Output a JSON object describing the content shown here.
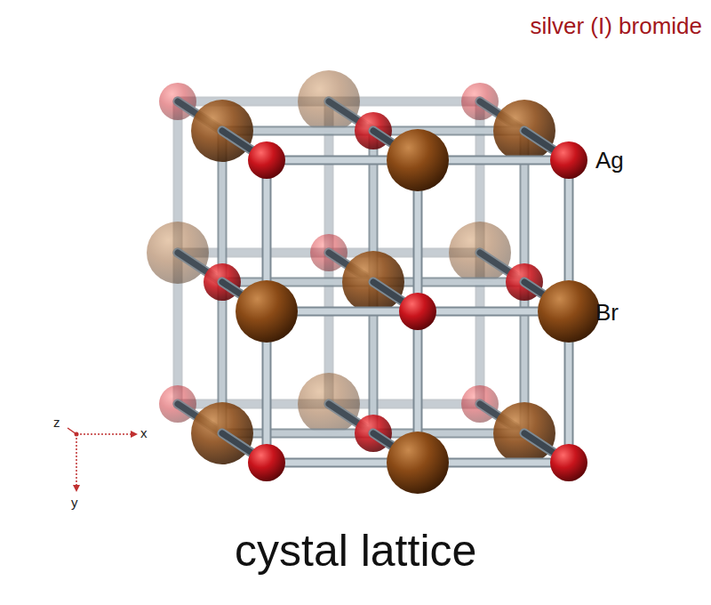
{
  "diagram": {
    "title": "silver (I) bromide",
    "caption": "cystal lattice",
    "labels": [
      "Ag",
      "Br",
      "z",
      "x",
      "y"
    ]
  }
}
